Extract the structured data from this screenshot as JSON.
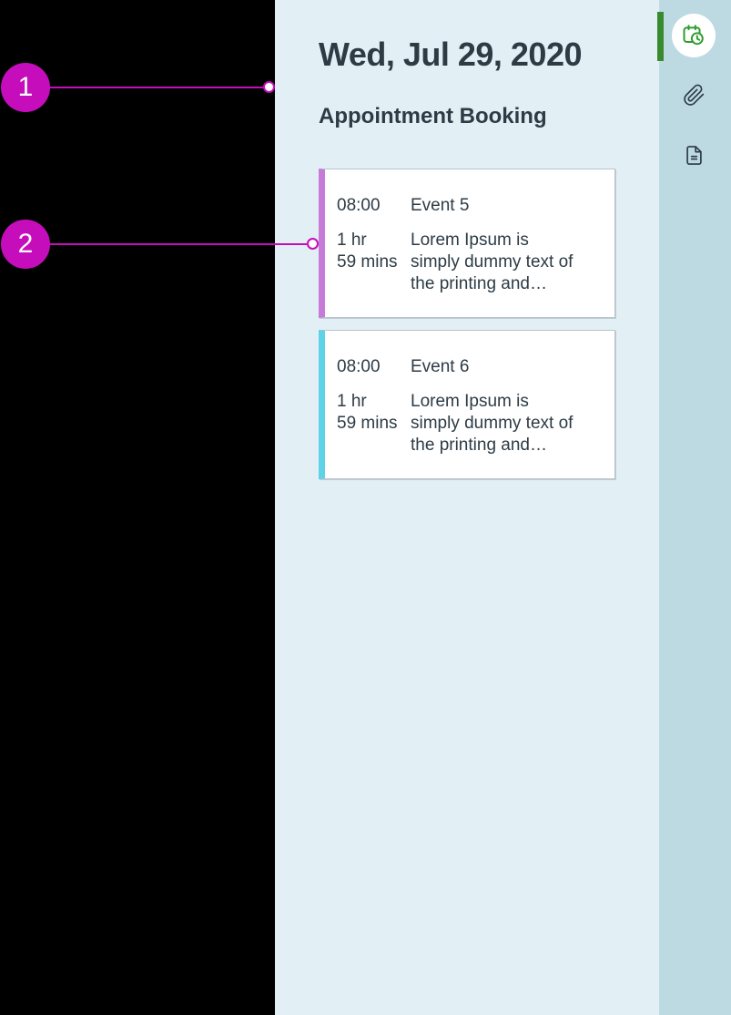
{
  "colors": {
    "magenta": "#c50dbb",
    "green-bar": "#398a2e",
    "icon-green": "#2f9d2f",
    "ink": "#2d3b45",
    "panel-bg": "#e2f0f6",
    "sidebar-bg": "#bddae2"
  },
  "callouts": [
    {
      "number": "1"
    },
    {
      "number": "2"
    }
  ],
  "header": {
    "date": "Wed, Jul 29, 2020",
    "subtitle": "Appointment Booking"
  },
  "events": [
    {
      "time": "08:00",
      "title": "Event 5",
      "duration_lines": [
        "1 hr",
        "59 mins"
      ],
      "description_lines": [
        "Lorem Ipsum is",
        "simply dummy text of",
        "the printing and…"
      ],
      "accent_color": "#c77bd8"
    },
    {
      "time": "08:00",
      "title": "Event 6",
      "duration_lines": [
        "1 hr",
        "59 mins"
      ],
      "description_lines": [
        "Lorem Ipsum is",
        "simply dummy text of",
        "the printing and…"
      ],
      "accent_color": "#5ed3e8"
    }
  ],
  "sidebar": {
    "items": [
      {
        "icon": "calendar-clock-icon",
        "active": true
      },
      {
        "icon": "paperclip-icon",
        "active": false
      },
      {
        "icon": "document-icon",
        "active": false
      }
    ]
  }
}
